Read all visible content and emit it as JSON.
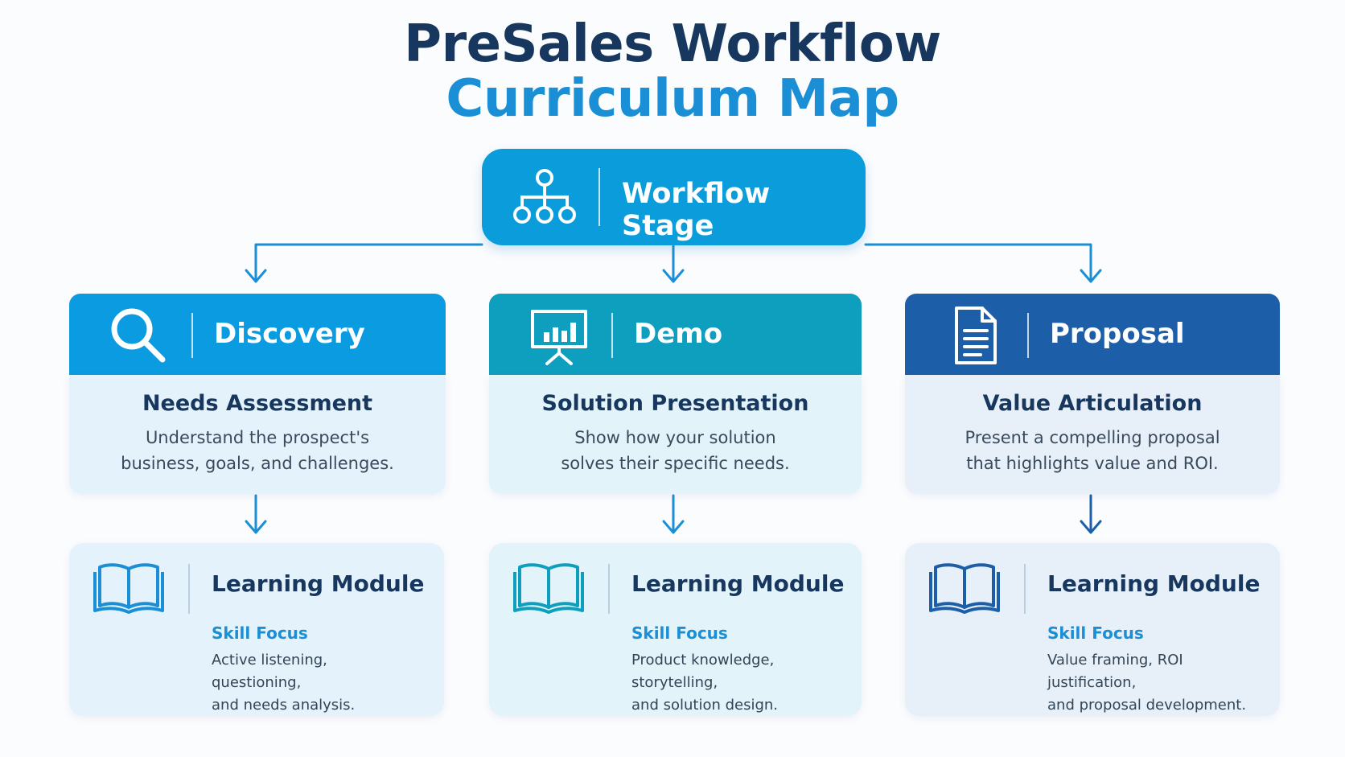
{
  "title": {
    "line1": "PreSales Workflow",
    "line2": "Curriculum Map"
  },
  "root": {
    "label": "Workflow Stage",
    "icon": "hierarchy-icon",
    "color": "#0b9ddb"
  },
  "stages": [
    {
      "label": "Discovery",
      "icon": "magnifier-icon",
      "color": "#0a9be0",
      "body_title": "Needs Assessment",
      "body_lines": [
        "Understand the prospect's",
        "business, goals, and challenges."
      ],
      "module": {
        "title": "Learning Module",
        "skill_label": "Skill Focus",
        "skill_lines": [
          "Active listening, questioning,",
          "and needs analysis."
        ],
        "icon": "open-book-icon"
      }
    },
    {
      "label": "Demo",
      "icon": "presentation-board-icon",
      "color": "#0e9fbe",
      "body_title": "Solution Presentation",
      "body_lines": [
        "Show how your solution",
        "solves their specific needs."
      ],
      "module": {
        "title": "Learning Module",
        "skill_label": "Skill Focus",
        "skill_lines": [
          "Product knowledge, storytelling,",
          "and solution design."
        ],
        "icon": "open-book-icon"
      }
    },
    {
      "label": "Proposal",
      "icon": "document-icon",
      "color": "#1d5ea8",
      "body_title": "Value Articulation",
      "body_lines": [
        "Present a compelling proposal",
        "that highlights value and ROI."
      ],
      "module": {
        "title": "Learning Module",
        "skill_label": "Skill Focus",
        "skill_lines": [
          "Value framing, ROI justification,",
          "and proposal development."
        ],
        "icon": "open-book-icon"
      }
    }
  ]
}
